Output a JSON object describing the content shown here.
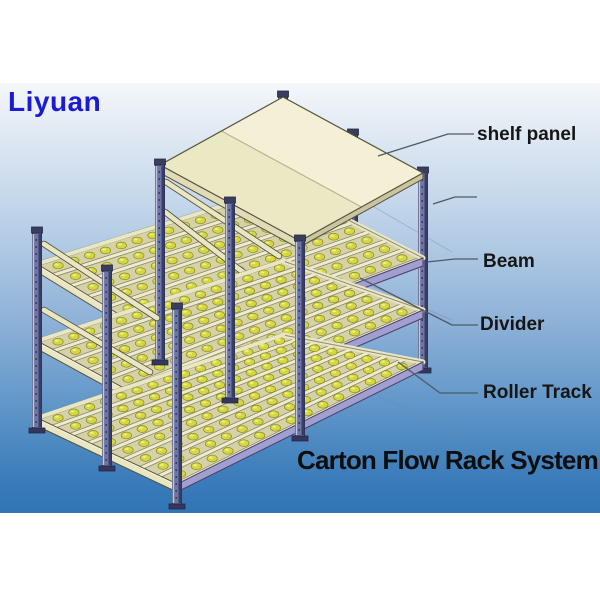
{
  "brand": {
    "name": "Liyuan",
    "color": "#1b1bd4"
  },
  "callouts": [
    {
      "id": "shelf-panel",
      "text": "shelf panel"
    },
    {
      "id": "beam",
      "text": "Beam"
    },
    {
      "id": "divider",
      "text": "Divider"
    },
    {
      "id": "roller-track",
      "text": "Roller Track"
    }
  ],
  "caption": {
    "text": "Carton Flow Rack System",
    "color": "#0e0e0e"
  },
  "illustration": {
    "subject": "isometric carton flow rack render, two modules deep, three roller levels, solid shelf panel on top of rear bay",
    "colors": {
      "background_top": "#f5f7fa",
      "background_mid": "#8fb2d8",
      "background_bottom": "#3175b4",
      "post": "#6e76a8",
      "post_edge_dark": "#3a3e63",
      "post_highlight": "#c2c7dc",
      "post_outline": "#262949",
      "beam_cream": "#e9e6c3",
      "beam_cream_edge": "#55523c",
      "beam_lavender": "#a09fd0",
      "beam_lavender_edge": "#45406b",
      "panel": "#ebe8c4",
      "panel_light": "#f3f0d6",
      "panel_edge": "#55523c",
      "deck_base": "#d6d2a8",
      "roller": "#d5d73e",
      "roller_edge": "#7f801f",
      "roller_highlight": "#eef08a",
      "divider_rail": "#efebcd",
      "divider_rail_shadow": "#8a8766",
      "leader": "#4f5a66",
      "floor_line": "#6f86a0",
      "foot": "#343759",
      "cap": "#3a3e5c"
    }
  }
}
